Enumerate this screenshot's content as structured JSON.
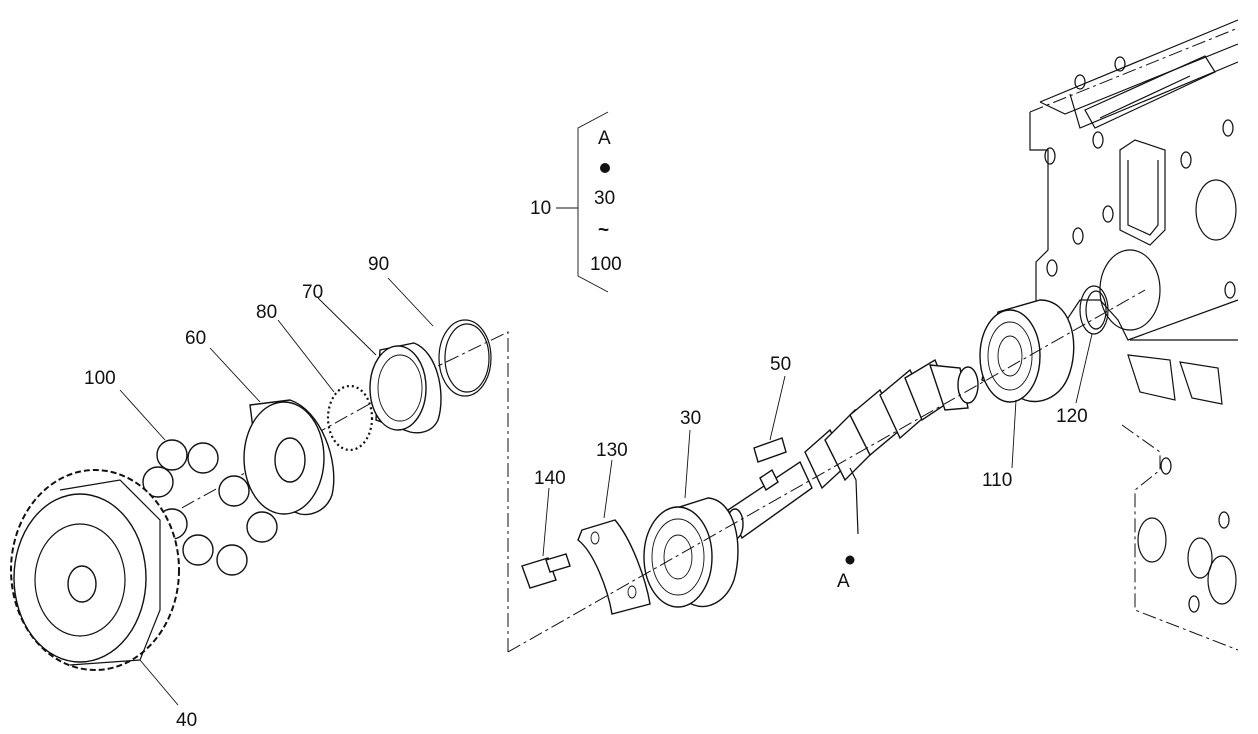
{
  "diagram": {
    "callouts": {
      "c10": "10",
      "c30": "30",
      "c40": "40",
      "c50": "50",
      "c60": "60",
      "c70": "70",
      "c80": "80",
      "c90": "90",
      "c100": "100",
      "c110": "110",
      "c120": "120",
      "c130": "130",
      "c140": "140",
      "markerA": "A"
    },
    "legend": {
      "start": "A",
      "item": "30",
      "range_mark": "~",
      "end": "100"
    }
  }
}
